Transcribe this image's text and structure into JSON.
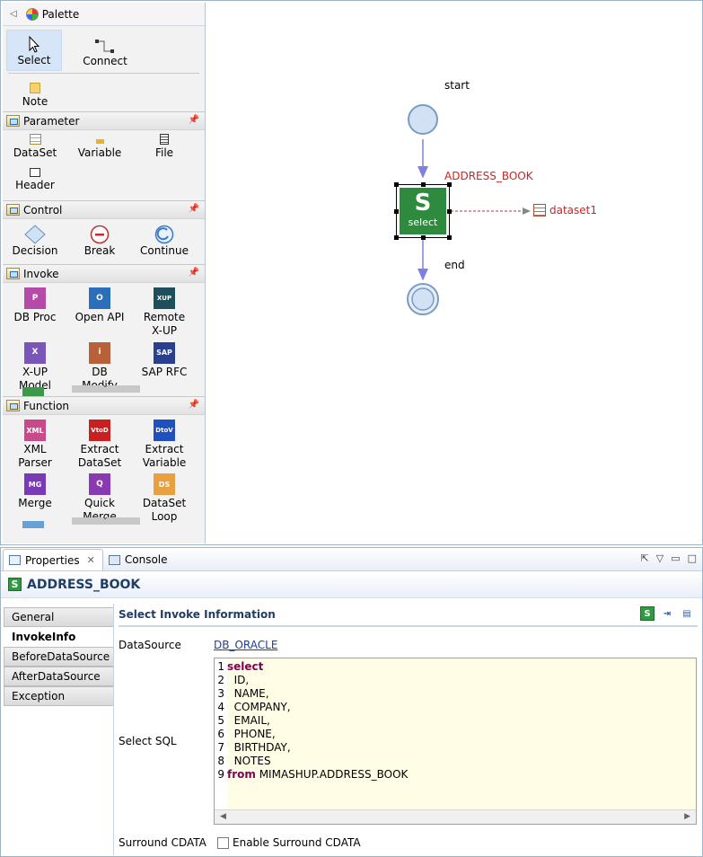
{
  "palette": {
    "title": "Palette",
    "tools": [
      {
        "label": "Select"
      },
      {
        "label": "Connect"
      }
    ],
    "note": "Note",
    "sections": {
      "parameter": {
        "title": "Parameter",
        "items": [
          "DataSet",
          "Variable",
          "File",
          "Header"
        ]
      },
      "control": {
        "title": "Control",
        "items": [
          "Decision",
          "Break",
          "Continue"
        ]
      },
      "invoke": {
        "title": "Invoke",
        "items": [
          "DB Proc",
          "Open API",
          "Remote\nX-UP",
          "X-UP\nModel",
          "DB\nModify",
          "SAP RFC"
        ]
      },
      "function": {
        "title": "Function",
        "items": [
          "XML\nParser",
          "Extract\nDataSet",
          "Extract\nVariable",
          "Merge",
          "Quick\nMerge",
          "DataSet\nLoop"
        ]
      }
    },
    "icon_text": {
      "dbproc": "P",
      "openapi": "O",
      "remote": "XUP",
      "xupmodel": "X",
      "dbmodify": "i",
      "sap": "SAP",
      "xml": "XML",
      "extract_ds": "VtoD",
      "extract_var": "DtoV",
      "merge": "MG",
      "quick": "Q",
      "loop": "DS"
    }
  },
  "canvas": {
    "start_label": "start",
    "node_label": "ADDRESS_BOOK",
    "node_icon_letter": "S",
    "node_icon_text": "select",
    "end_label": "end",
    "dataset_label": "dataset1"
  },
  "props": {
    "tabs": [
      {
        "label": "Properties"
      },
      {
        "label": "Console"
      }
    ],
    "title_badge": "S",
    "title": "ADDRESS_BOOK",
    "side_tabs": [
      "General",
      "InvokeInfo",
      "BeforeDataSource",
      "AfterDataSource",
      "Exception"
    ],
    "section_title": "Select Invoke Information",
    "datasource_label": "DataSource",
    "datasource_value": "DB_ORACLE",
    "sql_label": "Select SQL",
    "sql_lines": [
      {
        "n": "1",
        "kw": "select",
        "rest": ""
      },
      {
        "n": "2",
        "kw": "",
        "rest": "  ID,"
      },
      {
        "n": "3",
        "kw": "",
        "rest": "  NAME,"
      },
      {
        "n": "4",
        "kw": "",
        "rest": "  COMPANY,"
      },
      {
        "n": "5",
        "kw": "",
        "rest": "  EMAIL,"
      },
      {
        "n": "6",
        "kw": "",
        "rest": "  PHONE,"
      },
      {
        "n": "7",
        "kw": "",
        "rest": "  BIRTHDAY,"
      },
      {
        "n": "8",
        "kw": "",
        "rest": "  NOTES"
      },
      {
        "n": "9",
        "kw": "from",
        "rest": " MIMASHUP.ADDRESS_BOOK"
      }
    ],
    "cdata_label": "Surround CDATA",
    "cdata_checkbox_label": "Enable Surround CDATA",
    "cdata_checked": false
  },
  "colors": {
    "accent": "#2f9a3e",
    "link": "#1a3fa0",
    "node_label": "#d42020",
    "connector": "#8080e0"
  }
}
